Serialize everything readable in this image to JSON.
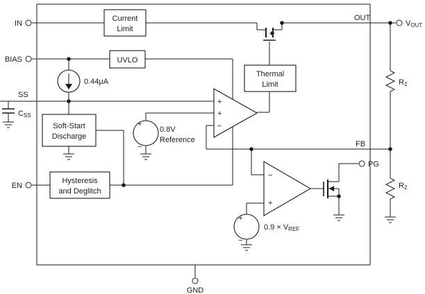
{
  "pins": {
    "in": "IN",
    "bias": "BIAS",
    "ss": "SS",
    "en": "EN",
    "out": "OUT",
    "fb": "FB",
    "pg": "PG",
    "gnd": "GND",
    "vout": "V",
    "vout_sub": "OUT"
  },
  "blocks": {
    "current_limit": [
      "Current",
      "Limit"
    ],
    "uvlo": "UVLO",
    "thermal_limit": [
      "Thermal",
      "Limit"
    ],
    "soft_start_discharge": [
      "Soft-Start",
      "Discharge"
    ],
    "hysteresis_deglitch": [
      "Hysteresis",
      "and Deglitch"
    ]
  },
  "sources": {
    "current": "0.44μA",
    "reference": [
      "0.8V",
      "Reference"
    ],
    "pg_ref_prefix": "0.9 × V",
    "pg_ref_sub": "REF"
  },
  "components": {
    "css": "C",
    "css_sub": "SS",
    "r1": "R",
    "r1_sub": "1",
    "r2": "R",
    "r2_sub": "2"
  },
  "signs": {
    "plus": "+",
    "minus": "−"
  }
}
